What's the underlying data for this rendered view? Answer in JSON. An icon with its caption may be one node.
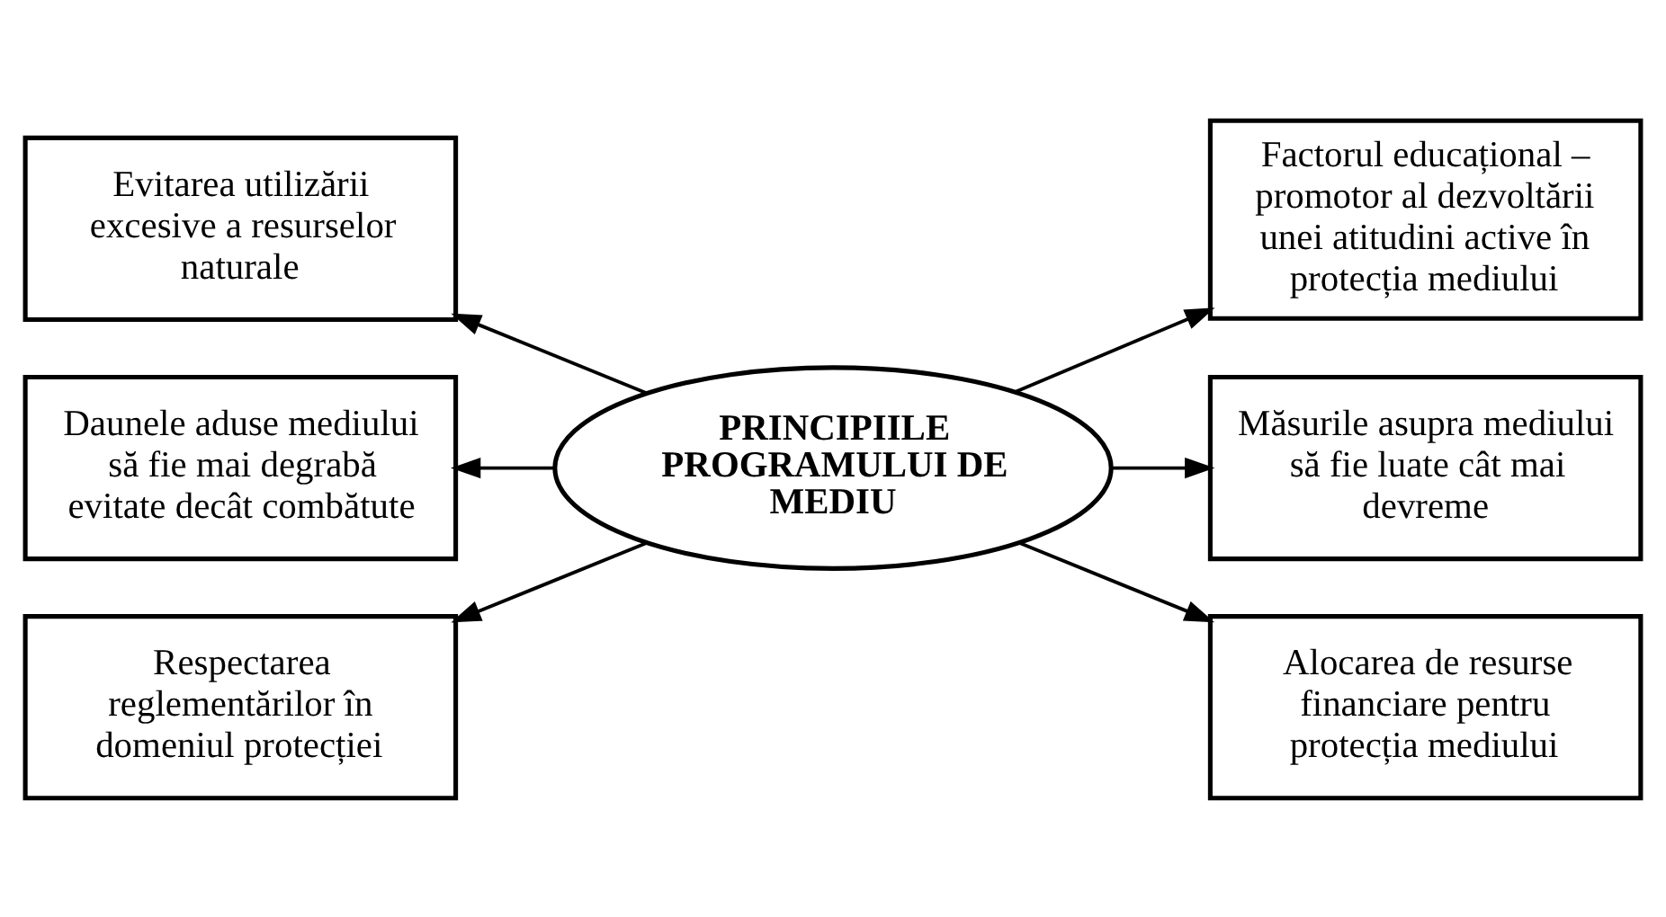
{
  "diagram": {
    "nodes": [
      {
        "text": [
          "Evitarea utilizării excesive a resurselor naturale"
        ]
      },
      {
        "text": [
          "Factorul educațional – promotor al dezvoltării unei atitudini active în protecția mediului"
        ]
      },
      {
        "text": [
          "Daunele aduse mediului să fie mai degrabă evitate decât combătute"
        ]
      },
      {
        "text": [
          "PRINCIPIILE PROGRAMULUI DE MEDIU"
        ]
      },
      {
        "text": [
          "Măsurile asupra mediului să fie luate cât mai devreme"
        ]
      },
      {
        "text": [
          "Respectarea reglementărilor în domeniul protecției"
        ]
      },
      {
        "text": [
          "Alocarea de resurse financiare pentru protecția mediului"
        ]
      }
    ],
    "edges": [
      {
        "from": 3,
        "to": 0,
        "arrow": "to"
      },
      {
        "from": 3,
        "to": 1,
        "arrow": "to"
      },
      {
        "from": 3,
        "to": 2,
        "arrow": "to"
      },
      {
        "from": 3,
        "to": 4,
        "arrow": "to"
      },
      {
        "from": 3,
        "to": 5,
        "arrow": "to"
      },
      {
        "from": 3,
        "to": 6,
        "arrow": "to"
      }
    ]
  }
}
